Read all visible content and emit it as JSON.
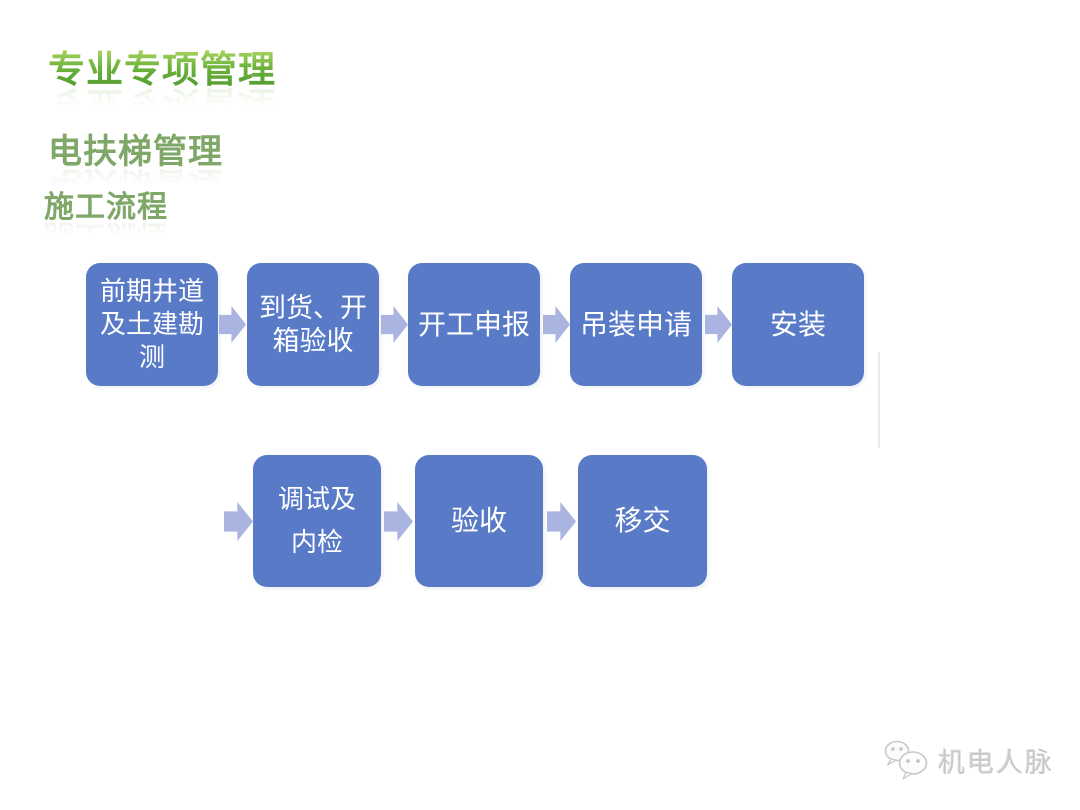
{
  "slide": {
    "title": "专业专项管理",
    "subtitle": "电扶梯管理",
    "section_label": "施工流程"
  },
  "colors": {
    "title_green_top": "#a8d45f",
    "title_green_bottom": "#4f9a2c",
    "subtitle_green": "#7fa768",
    "box_blue": "#587ac7",
    "arrow_blue": "#a9b4e0",
    "watermark_gray": "#c9c9c9",
    "background": "#ffffff"
  },
  "flowchart": {
    "row1": [
      {
        "label": "前期井道\n及土建勘\n测"
      },
      {
        "label": "到货、开\n箱验收"
      },
      {
        "label": "开工申报"
      },
      {
        "label": "吊装申请"
      },
      {
        "label": "安装"
      }
    ],
    "row2": [
      {
        "label": "调试及\n内检"
      },
      {
        "label": "验收"
      },
      {
        "label": "移交"
      }
    ]
  },
  "watermark": {
    "label": "机电人脉",
    "icon": "wechat-icon"
  }
}
